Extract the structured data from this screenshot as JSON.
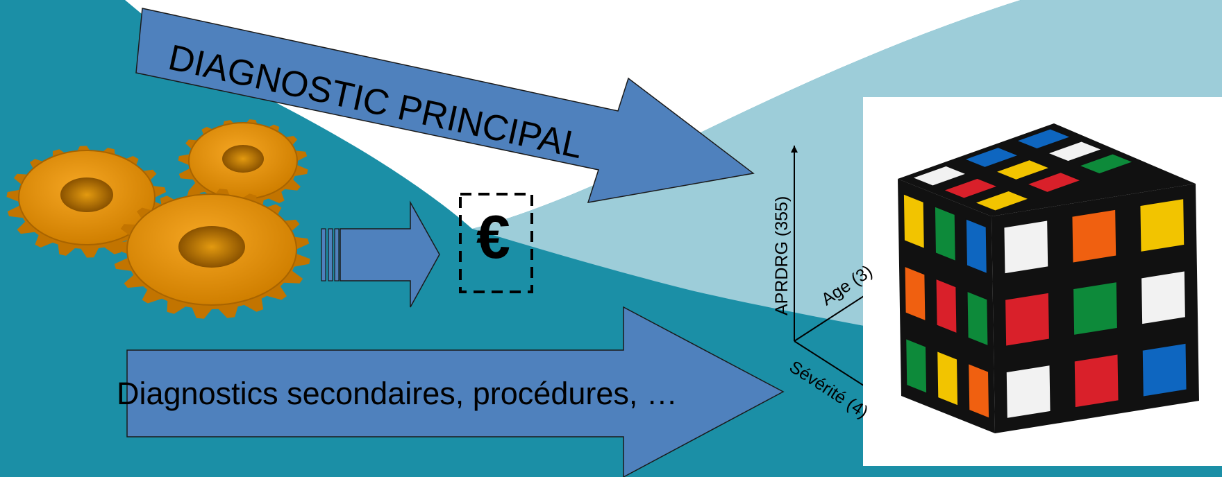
{
  "arrows": {
    "top_label": "DIAGNOSTIC PRINCIPAL",
    "bottom_label": "Diagnostics secondaires, procédures, …"
  },
  "euro": {
    "symbol": "€"
  },
  "axes": {
    "vertical_label": "APRDRG (355)",
    "diagonal_up_label": "Age (3)",
    "diagonal_down_label": "Sévérité (4)"
  },
  "colors": {
    "background_teal": "#1b8fa6",
    "light_cyan": "#9dcdd9",
    "arrow_blue": "#4f81bd",
    "gear_orange": "#d98a00"
  },
  "icons": [
    "gear-icon",
    "euro-icon",
    "rubiks-cube-icon",
    "block-arrow-icon"
  ]
}
